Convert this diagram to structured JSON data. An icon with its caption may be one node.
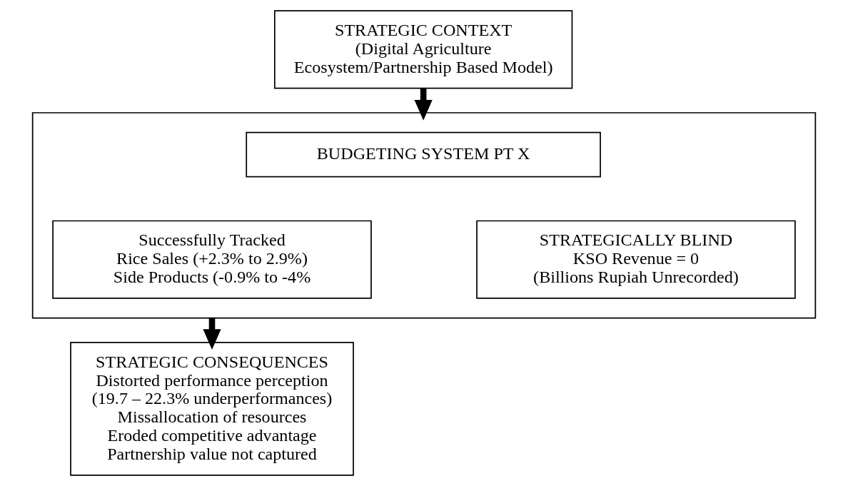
{
  "diagram": {
    "nodes": [
      {
        "text": [
          "STRATEGIC CONTEXT",
          "(Digital Agriculture Ecosystem/Partnership Based Model)"
        ]
      },
      {
        "text": [],
        "shape": "box"
      },
      {
        "text": [
          "BUDGETING SYSTEM PT X"
        ],
        "in": 1
      },
      {
        "text": [
          "Successfully Tracked",
          "Rice Sales (+2.3% to 2.9%)",
          "Side Products (-0.9% to -4%"
        ],
        "in": 1
      },
      {
        "text": [
          "STRATEGICALLY BLIND",
          "KSO Revenue = 0",
          "(Billions Rupiah Unrecorded)"
        ],
        "in": 1
      },
      {
        "text": [
          "STRATEGIC CONSEQUENCES",
          "Distorted performance perception (19.7 – 22.3% underperformances)",
          "Missallocation of resources",
          "Eroded competitive advantage",
          "Partnership value not captured"
        ]
      }
    ],
    "edges": [
      {
        "from": 0,
        "to": 1,
        "arrow": "to"
      },
      {
        "from": 1,
        "to": 5,
        "arrow": "to"
      }
    ]
  }
}
